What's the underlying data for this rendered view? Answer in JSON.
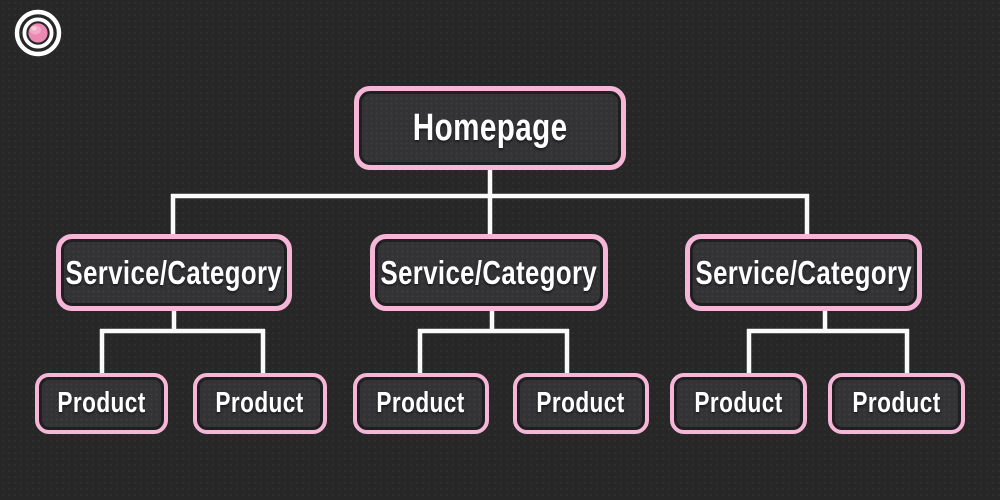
{
  "canvas": {
    "type": "sitemap-flowchart",
    "background": "#272727"
  },
  "style": {
    "bg": "#272727",
    "box_fill": "#333235",
    "box_border": "#f6b6d7",
    "connector": "#fafafa",
    "text": "#ffffff",
    "logo_ring": "#ffffff",
    "logo_core": "#e989b4"
  },
  "logo": {
    "type": "concentric-circles-bullseye",
    "rings": 2,
    "core": "pink-sphere"
  },
  "tree": {
    "root": {
      "label": "Homepage"
    },
    "categories": [
      {
        "label": "Service/Category",
        "products": [
          {
            "label": "Product"
          },
          {
            "label": "Product"
          }
        ]
      },
      {
        "label": "Service/Category",
        "products": [
          {
            "label": "Product"
          },
          {
            "label": "Product"
          }
        ]
      },
      {
        "label": "Service/Category",
        "products": [
          {
            "label": "Product"
          },
          {
            "label": "Product"
          }
        ]
      }
    ]
  }
}
